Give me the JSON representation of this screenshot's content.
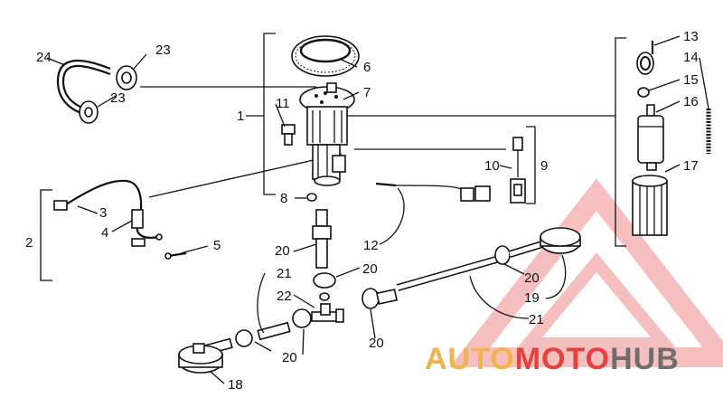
{
  "diagram": {
    "callouts": [
      "1",
      "2",
      "3",
      "4",
      "5",
      "6",
      "7",
      "8",
      "9",
      "10",
      "11",
      "12",
      "13",
      "14",
      "15",
      "16",
      "17",
      "18",
      "19",
      "20",
      "20",
      "20",
      "20",
      "20",
      "21",
      "21",
      "22",
      "23",
      "23",
      "24"
    ]
  },
  "watermark": {
    "part1": "AUTO",
    "part2": "MOTO",
    "part3": "HUB",
    "colors": {
      "auto": "#f5b24a",
      "moto": "#e8403c",
      "hub": "#6e6e6e",
      "triangle": "#f08b8b"
    }
  }
}
